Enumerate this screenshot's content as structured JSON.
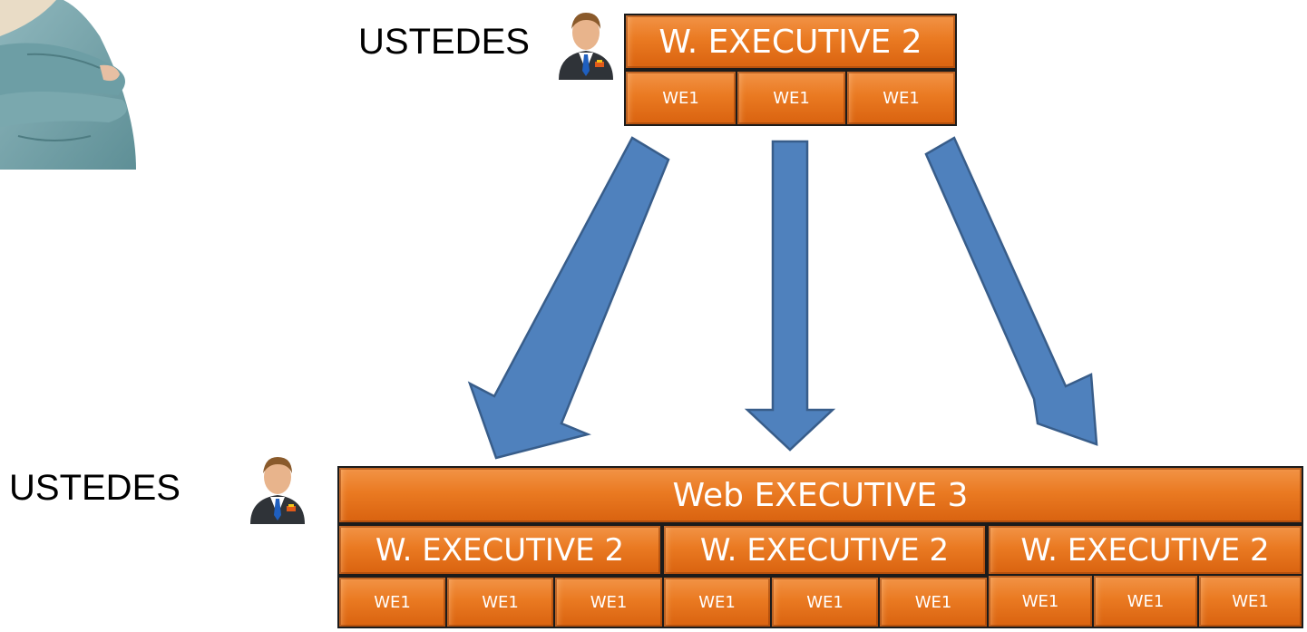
{
  "labels": {
    "top_ustedes": "USTEDES",
    "bottom_ustedes": "USTEDES"
  },
  "top_group": {
    "title": "W. EXECUTIVE 2",
    "subs": [
      "WE1",
      "WE1",
      "WE1"
    ]
  },
  "bottom_group": {
    "title": "Web EXECUTIVE 3",
    "executives": [
      {
        "title": "W. EXECUTIVE 2",
        "subs": [
          "WE1",
          "WE1",
          "WE1"
        ]
      },
      {
        "title": "W. EXECUTIVE 2",
        "subs": [
          "WE1",
          "WE1",
          "WE1"
        ]
      },
      {
        "title": "W. EXECUTIVE 2",
        "subs": [
          "WE1",
          "WE1",
          "WE1"
        ]
      }
    ]
  },
  "colors": {
    "box_orange": "#ea7a22",
    "box_border": "#1b1b1b",
    "arrow_blue": "#4f81bd",
    "arrow_border": "#385d8a",
    "text_white": "#ffffff"
  },
  "icons": [
    "businessman-avatar-icon",
    "woman-photo"
  ]
}
